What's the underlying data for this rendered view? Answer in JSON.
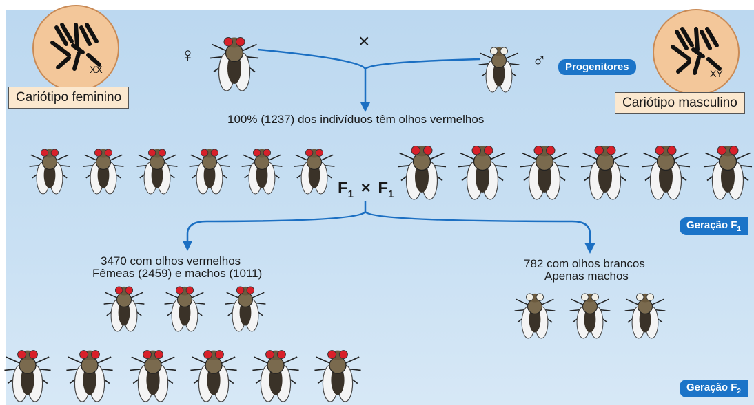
{
  "parents": {
    "female_symbol": "♀",
    "male_symbol": "♂",
    "cross_symbol": "×",
    "karyotype_female_label": "Cariótipo feminino",
    "karyotype_male_label": "Cariótipo masculino",
    "karyotype_female_chrom": "XX",
    "karyotype_male_chrom": "XY",
    "tag": "Progenitores"
  },
  "f1": {
    "result_text": "100% (1237) dos indivíduos têm olhos vermelhos",
    "cross_label": {
      "f_left": "F",
      "sub_left": "1",
      "times": "×",
      "f_right": "F",
      "sub_right": "1"
    },
    "tag_prefix": "Geração F",
    "tag_sub": "1"
  },
  "f2": {
    "red_line1": "3470 com olhos vermelhos",
    "red_line2": "Fêmeas (2459) e machos (1011)",
    "white_line1": "782 com olhos brancos",
    "white_line2": "Apenas machos",
    "tag_prefix": "Geração F",
    "tag_sub": "2"
  },
  "colors": {
    "arrow": "#1b6fc2",
    "tag_bg": "#1b74c8",
    "red_eye": "#d8202a",
    "white_eye": "#f1efe6",
    "body": "#3a3228"
  }
}
